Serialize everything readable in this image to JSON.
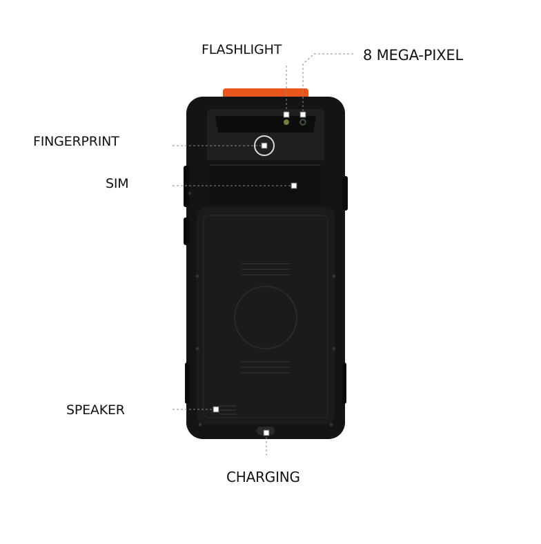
{
  "labels": {
    "flashlight": "FLASHLIGHT",
    "camera": "8 MEGA-PIXEL",
    "fingerprint": "FINGERPRINT",
    "sim": "SIM",
    "speaker": "SPEAKER",
    "charging": "CHARGING"
  },
  "colors": {
    "body": "#1a1a1a",
    "body_edge": "#0c0c0c",
    "cover": "#1e1e1e",
    "accent": "#e8561c",
    "leader": "#8a8a8a"
  }
}
